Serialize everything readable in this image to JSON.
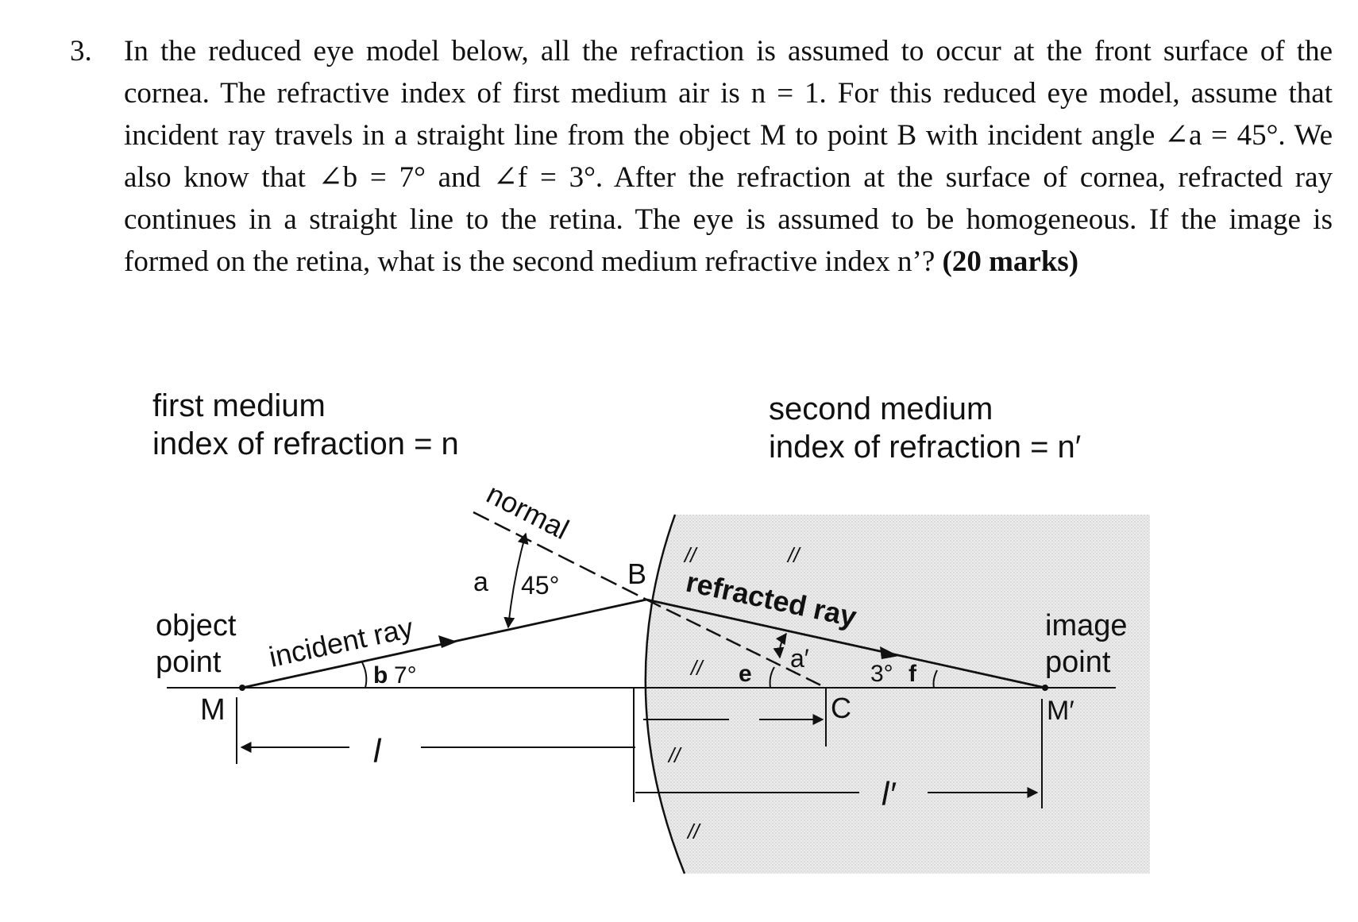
{
  "question": {
    "number": "3.",
    "part1": "In the reduced eye model below, all the refraction is assumed to occur at the front surface of the cornea. The refractive index of first medium air is n = 1. For this reduced eye model, assume that incident ray travels in a straight line from the object M to point B with incident angle ∠a = 45°. We also know that ∠b = 7°  and  ∠f = 3°.  After the refraction at the surface of cornea, refracted ray continues in a straight line to the retina. The eye is assumed to be homogeneous. If the image is formed on the retina, what is the second medium refractive index n’?",
    "marks": "(20 marks)"
  },
  "figure": {
    "first_medium_line1": "first medium",
    "first_medium_line2": "index of refraction = n",
    "second_medium_line1": "second medium",
    "second_medium_line2": "index of refraction = n′",
    "normal_label": "normal",
    "angle_a_letter": "a",
    "angle_a_value": "45°",
    "point_B": "B",
    "refracted_ray_label": "refracted ray",
    "object_line1": "object",
    "object_line2": "point",
    "point_M": "M",
    "incident_ray_label": "incident ray",
    "angle_b_letter": "b",
    "angle_b_value": "7°",
    "angle_a_prime": "a′",
    "angle_e": "e",
    "angle_f_value": "3°",
    "angle_f_letter": "f",
    "point_C": "C",
    "image_line1": "image",
    "image_line2": "point",
    "point_M_prime": "M′",
    "distance_l": "l",
    "distance_l_prime": "l′",
    "tick_mark": "//"
  },
  "colors": {
    "ink": "#111111",
    "eye_shade": "#e6e6e6"
  }
}
